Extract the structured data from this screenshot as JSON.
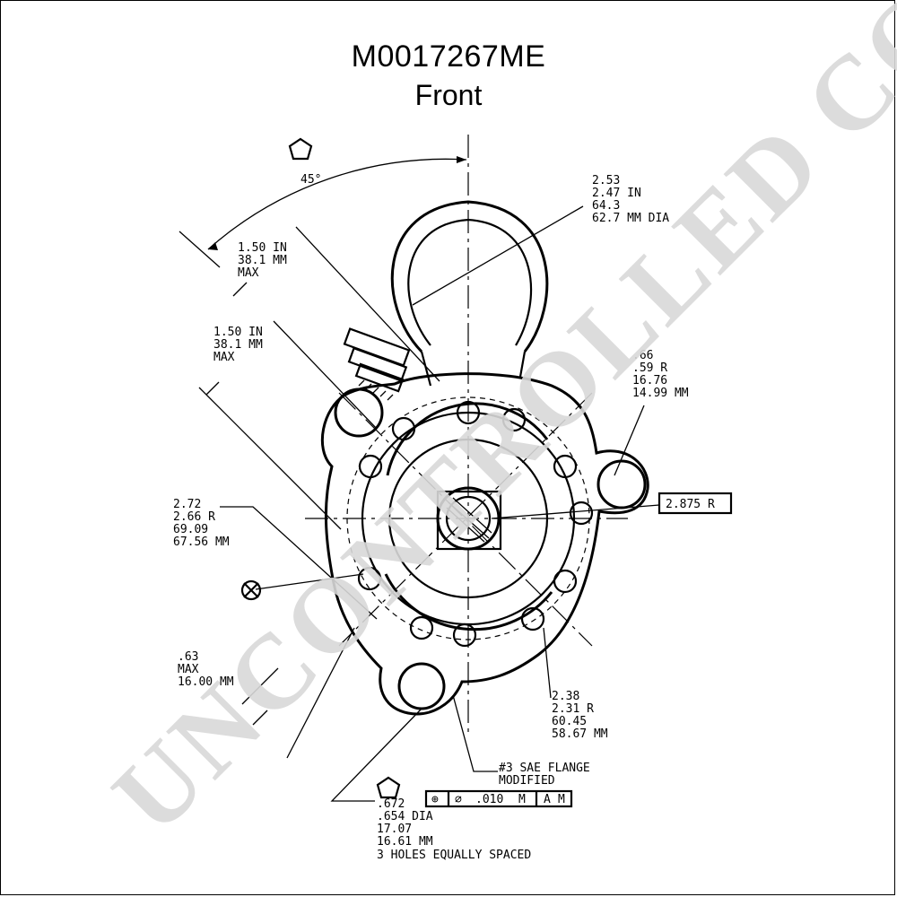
{
  "header": {
    "part_number": "M0017267ME",
    "view": "Front"
  },
  "watermark": "UNCONTROLLED COPY",
  "annotations": {
    "angle": "45°",
    "ring_dia": [
      "2.53",
      "2.47 IN",
      "64.3",
      "62.7 MM DIA"
    ],
    "max1": [
      "1.50 IN",
      "38.1 MM",
      "MAX"
    ],
    "max2": [
      "1.50 IN",
      "38.1 MM",
      "MAX"
    ],
    "bore_r": [
      ".66",
      ".59 R",
      "16.76",
      "14.99 MM"
    ],
    "pilot_r": "2.875 R",
    "flange_r1": [
      "2.72",
      "2.66 R",
      "69.09",
      "67.56 MM"
    ],
    "small_max": [
      ".63",
      "MAX",
      "16.00 MM"
    ],
    "bolt_r": [
      "2.38",
      "2.31 R",
      "60.45",
      "58.67 MM"
    ],
    "flange_note": [
      "#3 SAE FLANGE",
      "MODIFIED"
    ],
    "holes": [
      ".672",
      ".654 DIA",
      "17.07",
      "16.61 MM",
      "3 HOLES EQUALLY SPACED"
    ],
    "fcf": {
      "position": "⊕",
      "dia": "⌀",
      "tol": ".010",
      "mod": "M",
      "datum": "A",
      "datum_mod": "M"
    }
  }
}
